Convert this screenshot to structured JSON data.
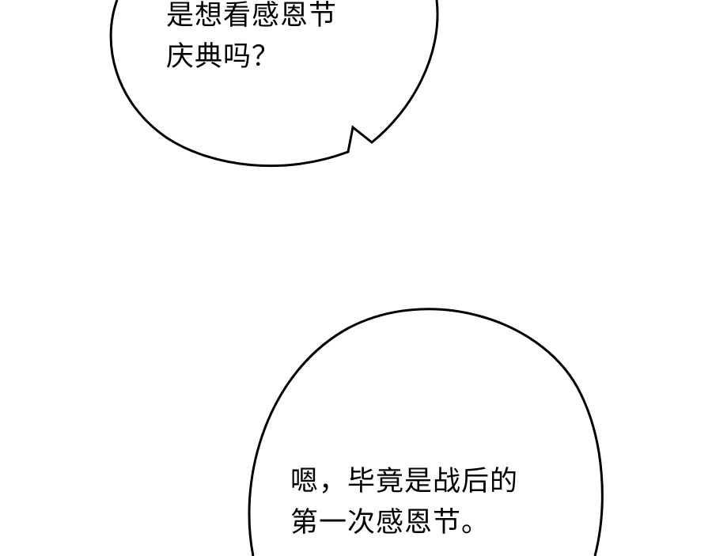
{
  "bubbles": [
    {
      "lines": [
        "是想看感恩节",
        "庆典吗？"
      ]
    },
    {
      "lines": [
        "嗯，毕竟是战后的",
        "第一次感恩节。"
      ]
    }
  ],
  "colors": {
    "background": "#ffffff",
    "outline": "#000000",
    "text": "#000000"
  }
}
